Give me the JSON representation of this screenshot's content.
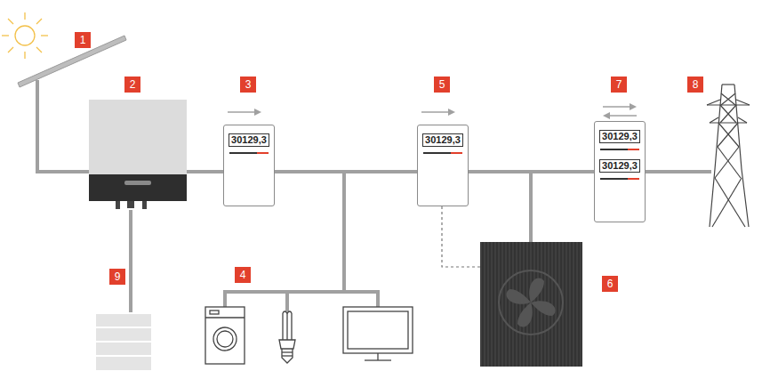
{
  "diagram": {
    "nodes": [
      {
        "text": [
          "30129,3"
        ]
      },
      {
        "text": [
          "30129,3"
        ]
      },
      {
        "text": [
          "30129,3",
          "30129,3"
        ]
      }
    ],
    "edges": [
      {
        "from": 0,
        "to": 1,
        "arrow": "none"
      },
      {
        "from": 1,
        "to": 2,
        "arrow": "none"
      }
    ],
    "labels": [
      "1",
      "2",
      "3",
      "5",
      "7",
      "8",
      "9",
      "4",
      "6"
    ]
  }
}
